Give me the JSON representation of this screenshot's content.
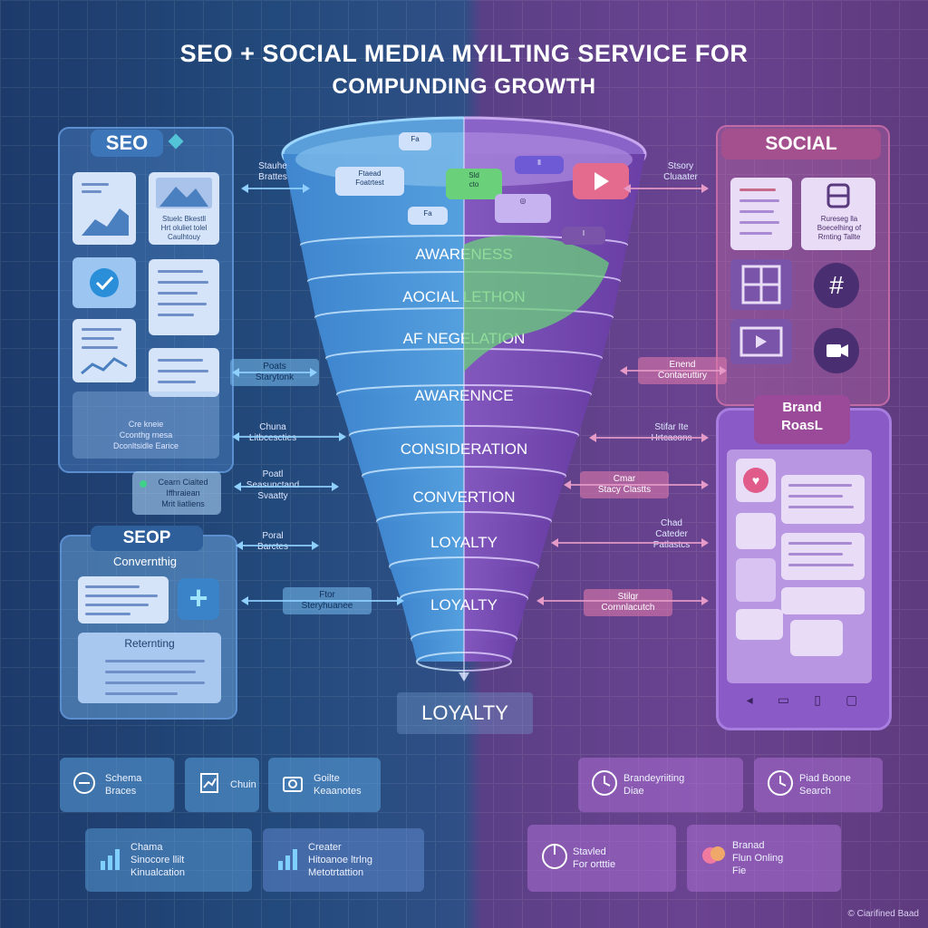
{
  "title": {
    "line1": "SEO + SOCIAL MEDIA MYILTING SERVICE FOR",
    "line2": "COMPUNDING GROWTH"
  },
  "seo_panel": {
    "label": "SEO",
    "card_text_1": "Stuelc Bkestll\nHrt oluliet tolel\nCaulhtouy",
    "footer_text": "Cre kneie\nCconthg rnesa\nDconltsidle Earice"
  },
  "social_panel": {
    "label": "SOCIAL",
    "card_text_1": "Rureseg lla\nBoecelhing of\nRrnting Tallte"
  },
  "seop_panel": {
    "label": "SEOP",
    "subtitle": "Convernthig",
    "section2_title": "Reternting"
  },
  "brand_panel": {
    "label": "Brand\nRoasL"
  },
  "badge_left": "Cearn Cialted\nIffhraiean\nMrit liatliens",
  "funnel": {
    "stages": [
      "AWARENESS",
      "AOCIAL LETHON",
      "AF NEGELATION",
      "AWARENNCE",
      "CONSIDERATION",
      "CONVERTION",
      "LOYALTY",
      "LOYALTY"
    ],
    "bottom_label": "LOYALTY"
  },
  "left_callouts": [
    {
      "text": "Stauhe\nBrattes"
    },
    {
      "text": "Poats\nStarytonk"
    },
    {
      "text": "Chuna\nLitbcescties"
    },
    {
      "text": "Poatl\nSeasunctand\nSvaatty"
    },
    {
      "text": "Poral\nBarctes"
    },
    {
      "text": "Ftor\nSteryhuanee"
    }
  ],
  "right_callouts": [
    {
      "text": "Stsory\nCluaater"
    },
    {
      "text": "Enend\nContaeuttiry"
    },
    {
      "text": "Stifar Ite\nHrtcacons"
    },
    {
      "text": "Cmar\nStacy Clastts"
    },
    {
      "text": "Chad\nCateder\nPatlastcs"
    },
    {
      "text": "Stilgr\nCornnlacutch"
    }
  ],
  "bottom_buttons": [
    {
      "text": "Schema\nBraces",
      "icon": "arrows-icon"
    },
    {
      "text": "Chuin",
      "icon": "chart-doc-icon"
    },
    {
      "text": "Goilte\nKeaanotes",
      "icon": "camera-icon"
    },
    {
      "text": "Brandeyriiting\nDiae",
      "icon": "clock-icon"
    },
    {
      "text": "Piad Boone\nSearch",
      "icon": "clock-icon"
    },
    {
      "text": "Chama\nSinocore llilt\nKinualcation",
      "icon": "bar-chart-icon"
    },
    {
      "text": "Creater\nHitoanoe ltrlng\nMetotrtattion",
      "icon": "bar-chart-icon"
    },
    {
      "text": "Stavled\nFor ortttie",
      "icon": "power-icon"
    },
    {
      "text": "Branad\nFlun Onling\nFie",
      "icon": "brain-icon"
    }
  ],
  "footer": "© Ciarifined Baad",
  "colors": {
    "seo_accent": "#4a90d9",
    "social_accent": "#b05aa8",
    "funnel_blue": "#5aa9e6",
    "funnel_purple": "#9a70d6"
  }
}
